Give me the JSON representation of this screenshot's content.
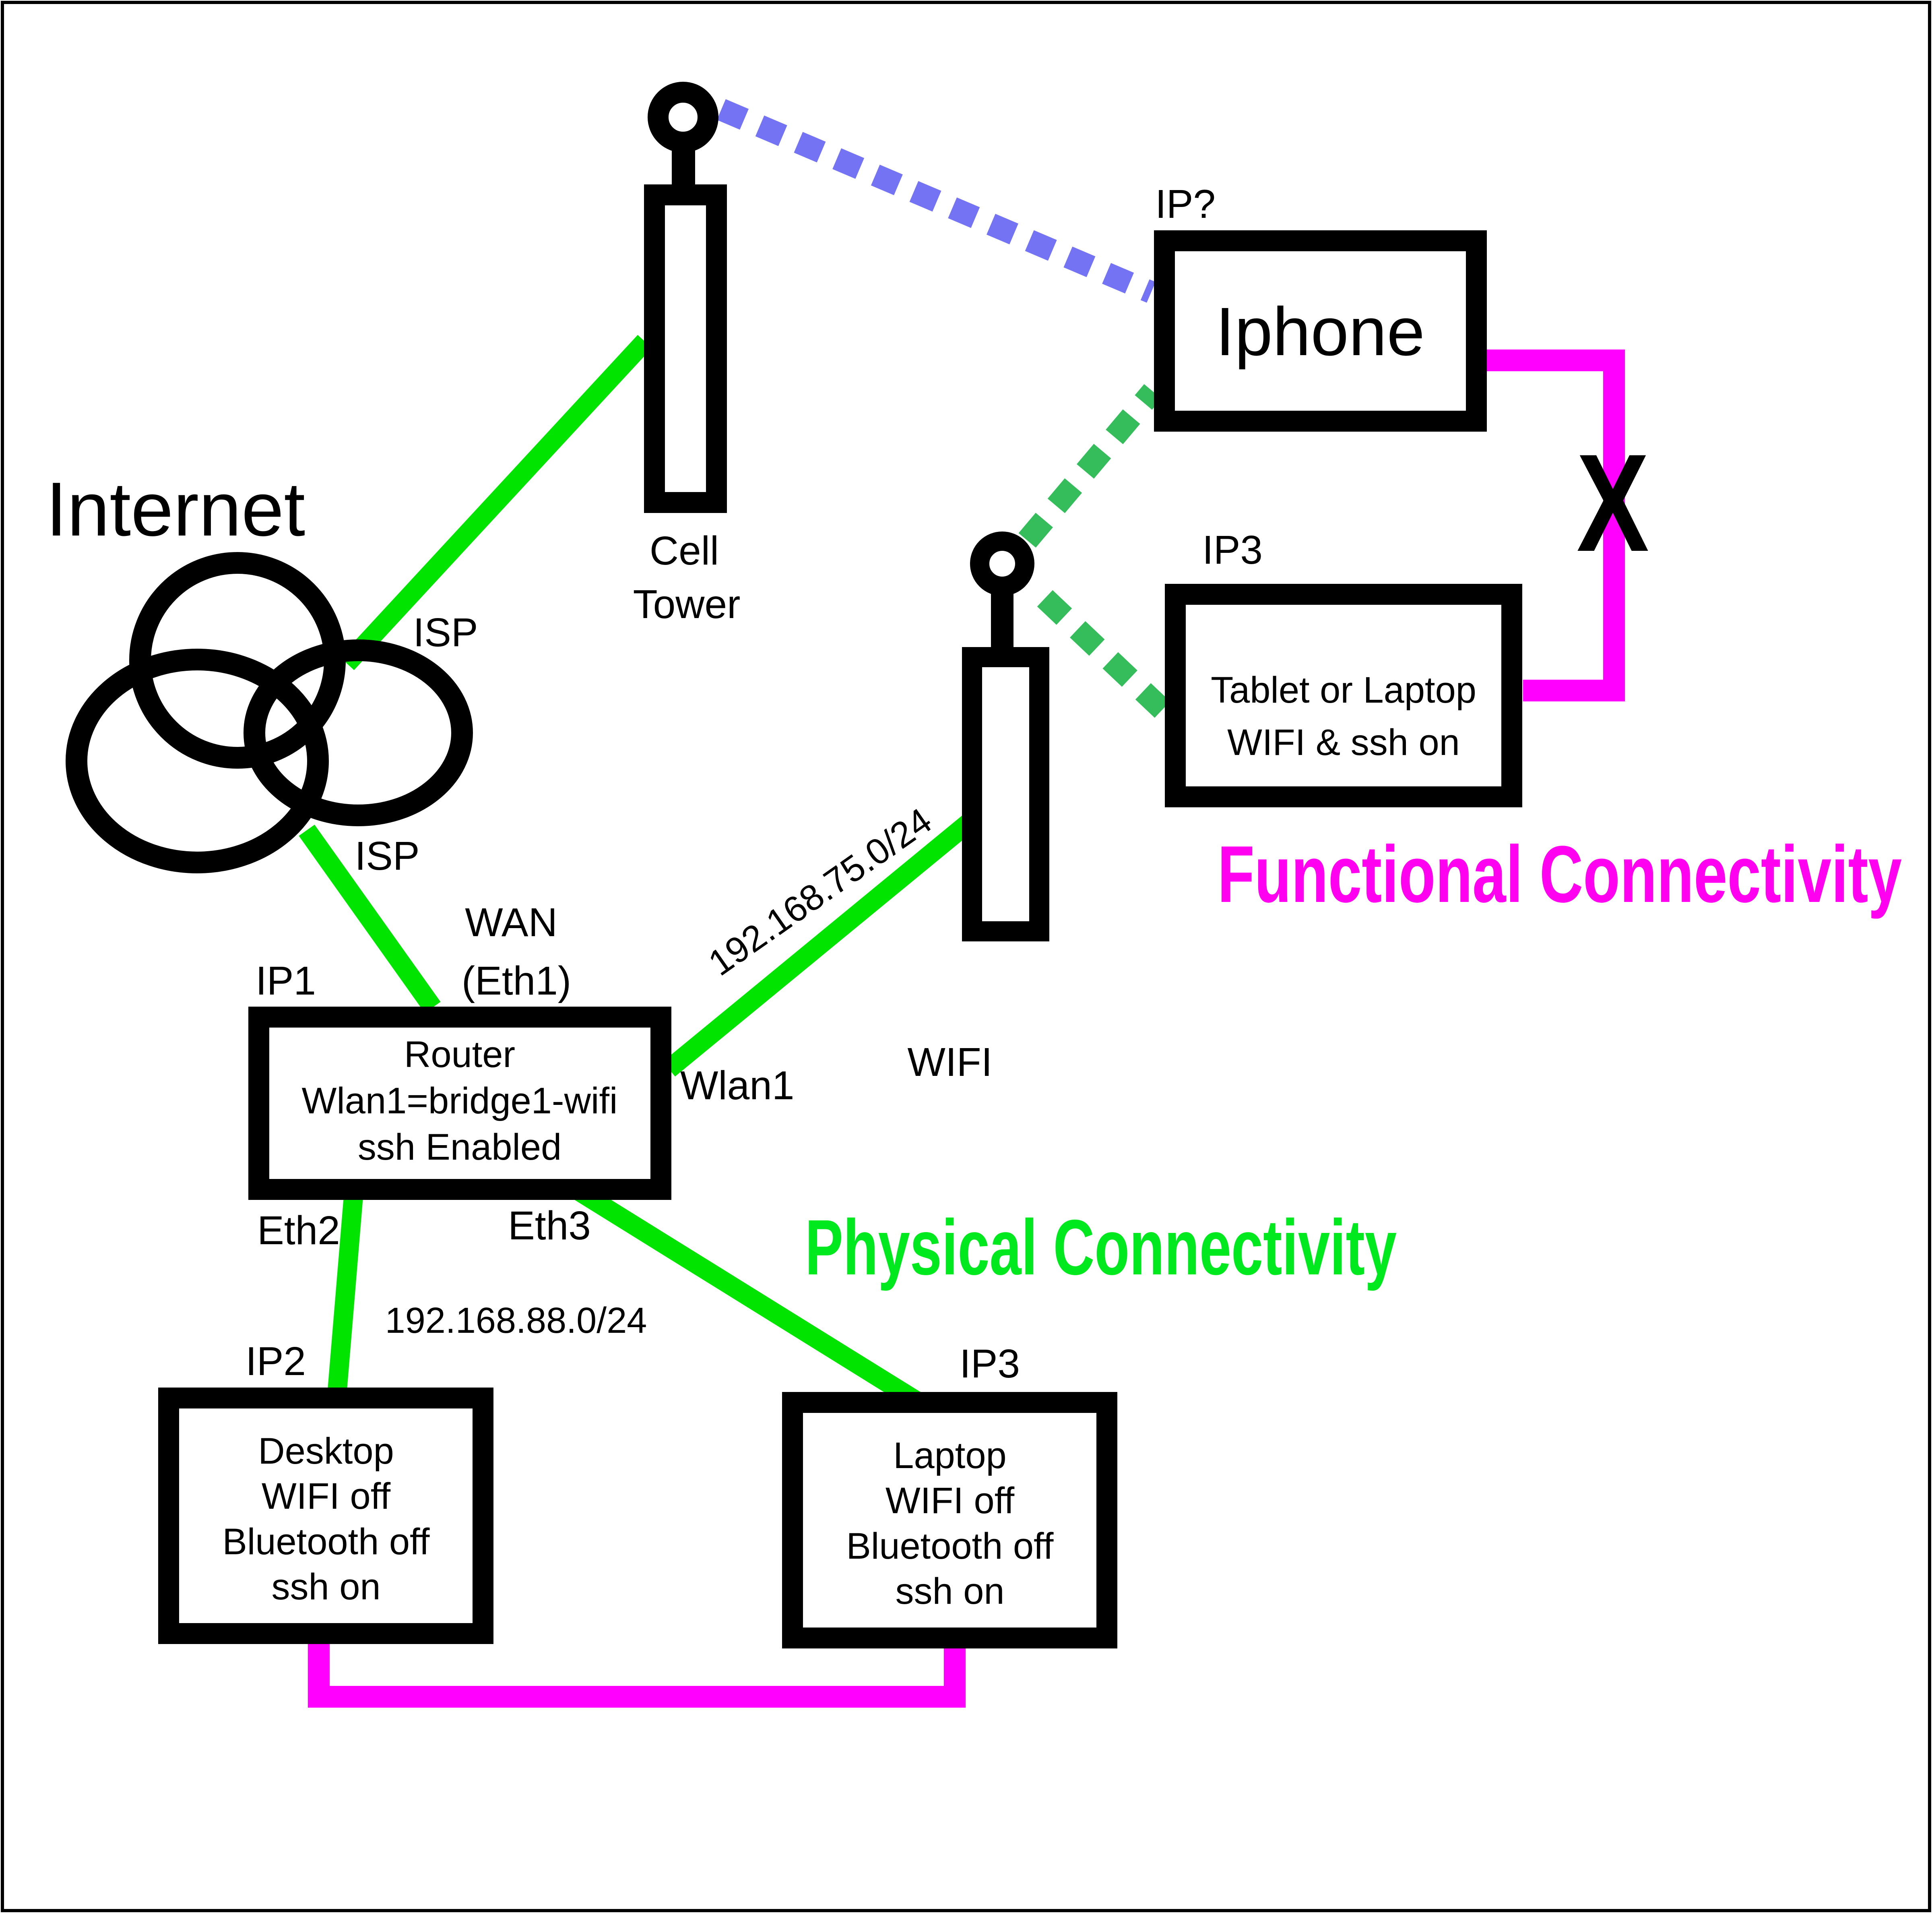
{
  "colors": {
    "background": "#ffffff",
    "outline": "#000000",
    "physical_link": "#00e400",
    "functional_link": "#ff00ff",
    "wifi_wireless_link": "#35bd5c",
    "cell_wireless_link": "#7373f3",
    "physical_heading": "#00e81e",
    "functional_heading": "#ff00f0"
  },
  "internet": {
    "label": "Internet",
    "isp_upper": "ISP",
    "isp_lower": "ISP"
  },
  "cell_tower": {
    "name_line1": "Cell",
    "name_line2": "Tower"
  },
  "wifi_access_point": {
    "label": "WIFI",
    "subnet": "192.168.75.0/24"
  },
  "router": {
    "ip": "IP1",
    "wan_line1": "WAN",
    "wan_line2": "(Eth1)",
    "body": [
      "Router",
      "Wlan1=bridge1-wifi",
      "ssh Enabled"
    ],
    "wlan_port": "Wlan1",
    "eth2_port": "Eth2",
    "eth3_port": "Eth3",
    "lan_subnet": "192.168.88.0/24"
  },
  "iphone": {
    "ip": "IP?",
    "body": [
      "Iphone"
    ]
  },
  "tablet": {
    "ip": "IP3",
    "body": [
      "Tablet or Laptop",
      "WIFI & ssh on"
    ]
  },
  "desktop": {
    "ip": "IP2",
    "body": [
      "Desktop",
      "WIFI off",
      "Bluetooth off",
      "ssh on"
    ]
  },
  "laptop": {
    "ip": "IP3",
    "body": [
      "Laptop",
      "WIFI off",
      "Bluetooth off",
      "ssh on"
    ]
  },
  "legend": {
    "functional": "Functional Connectivity",
    "physical": "Physical Connectivity",
    "blocked": "X"
  }
}
